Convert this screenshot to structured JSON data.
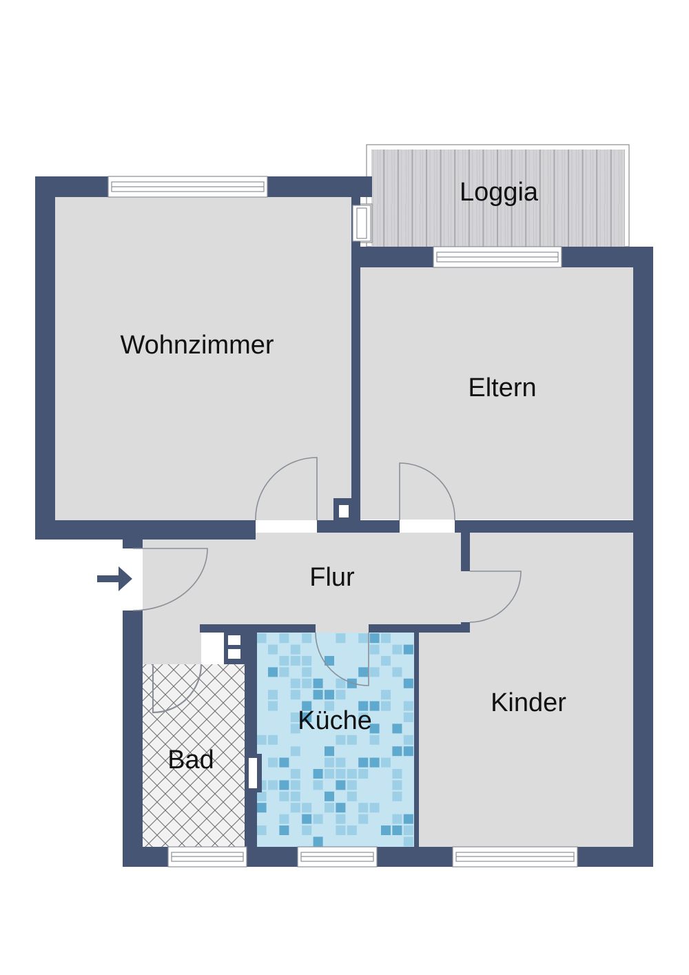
{
  "rooms": {
    "loggia": "Loggia",
    "wohnzimmer": "Wohnzimmer",
    "eltern": "Eltern",
    "flur": "Flur",
    "kueche": "Küche",
    "bad": "Bad",
    "kinder": "Kinder"
  },
  "icons": {
    "entrance": "entrance-arrow-icon"
  },
  "colors": {
    "wall": "#475575",
    "floor": "#dcdcdc",
    "deck": "#d3d3d5",
    "tile_light": "#c5e4f1",
    "tile_mid": "#9dcfe6",
    "tile_dark": "#5fa9cf",
    "bath_floor": "#f2f2f2",
    "door_line": "#8a8f98"
  }
}
